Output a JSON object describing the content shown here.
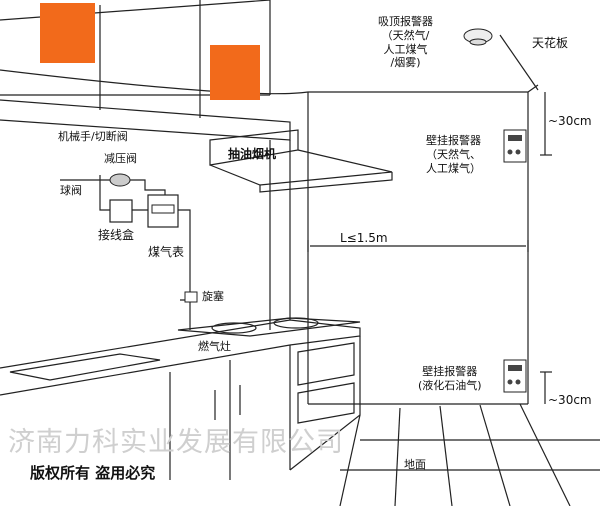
{
  "labels": {
    "ceiling_detector": [
      "吸顶报警器",
      "（天然气/",
      "人工煤气",
      "/烟雾)"
    ],
    "ceiling": "天花板",
    "wall_detector_gas": [
      "壁挂报警器",
      "（天然气、",
      "人工煤气）"
    ],
    "wall_detector_lpg": [
      "壁挂报警器",
      "(液化石油气)"
    ],
    "dim_top": "~30cm",
    "dim_bottom": "~30cm",
    "distance": "L≤1.5m",
    "range_hood": "抽油烟机",
    "valve": "机械手/切断阀",
    "reducer": "减压阀",
    "ball_valve": "球阀",
    "junction_box": "接线盒",
    "gas_meter": "煤气表",
    "plug": "旋塞",
    "stove": "燃气灶",
    "floor": "地面"
  },
  "watermark": "济南力科实业发展有限公司",
  "copyright": "版权所有  盗用必究",
  "colors": {
    "cabinet_panel": "#f26a1b",
    "line": "#222222",
    "watermark": "#cfcfcf"
  }
}
